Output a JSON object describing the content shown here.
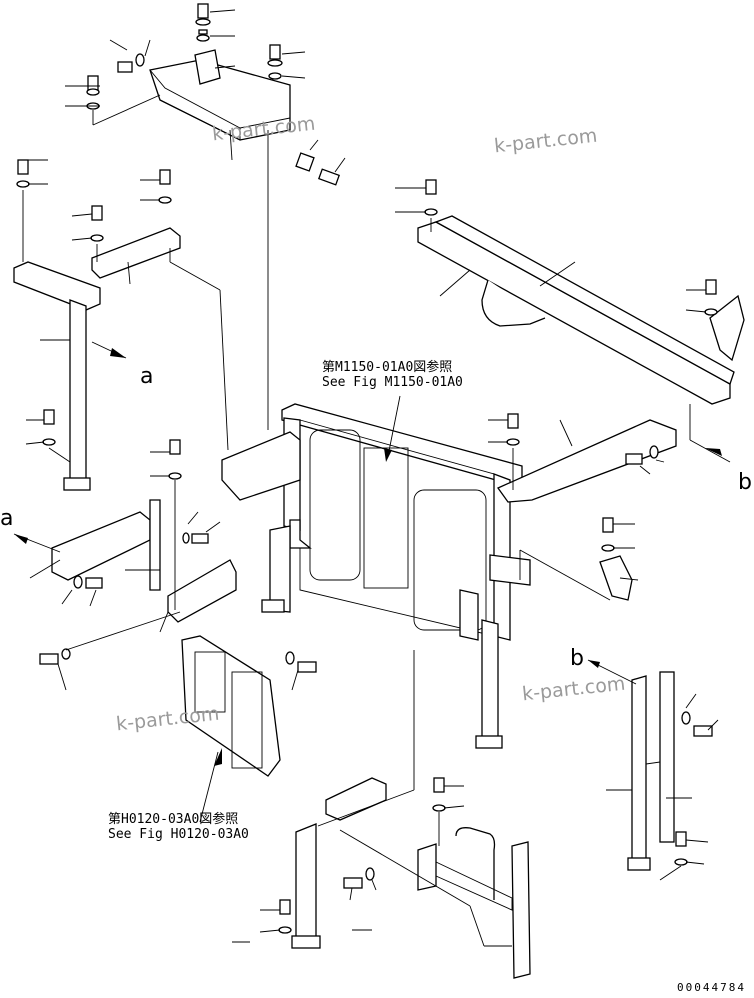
{
  "references": [
    {
      "jp": "第M1150-01A0図参照",
      "en": "See Fig M1150-01A0"
    },
    {
      "jp": "第H0120-03A0図参照",
      "en": "See Fig H0120-03A0"
    }
  ],
  "view_markers": {
    "a": "a",
    "b": "b"
  },
  "watermark": "k-part.com",
  "drawing_code": "00044784"
}
